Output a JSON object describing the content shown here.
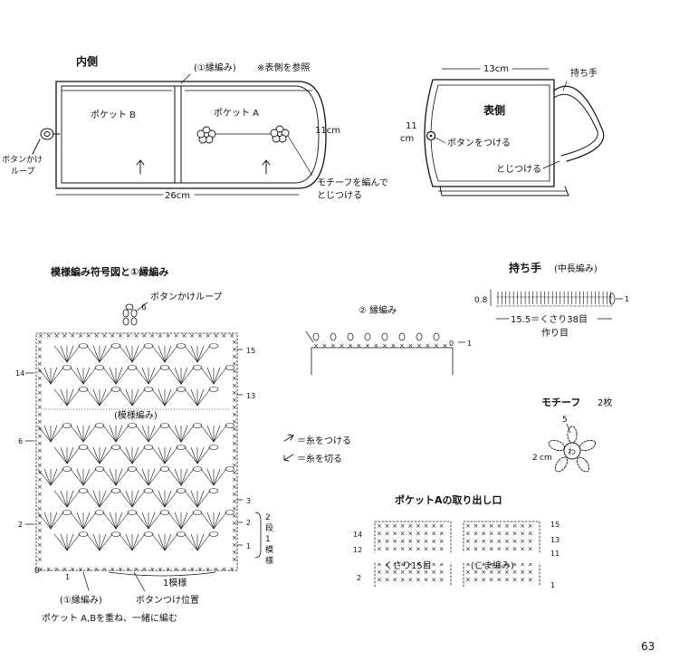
{
  "inner": {
    "title": "内側",
    "edge_note": "(①縁編み)",
    "ref_note": "※表側を参照",
    "pocket_b": "ポケット B",
    "pocket_a": "ポケット A",
    "loop_label": [
      "ボタンかけ",
      "ループ"
    ],
    "height": "11cm",
    "width": "26cm",
    "motif_note": [
      "モチーフを編んで",
      "とじつける"
    ]
  },
  "outer": {
    "width": "13cm",
    "height": [
      "11",
      "cm"
    ],
    "handle": "持ち手",
    "title": "表側",
    "button": "ボタンをつける",
    "sew": "とじつける"
  },
  "pattern": {
    "title": "模様編み符号図と①縁編み",
    "loop_label": "ボタンかけループ",
    "loop_count": "6",
    "center_label": "(模様編み)",
    "row_marks": [
      "15",
      "13",
      "3",
      "2",
      "1"
    ],
    "left_marks": [
      "14",
      "6",
      "2"
    ],
    "bracket_numbers": [
      "2",
      "段",
      "1",
      "模",
      "様"
    ],
    "pattern_repeat": "1模様",
    "button_pos": "ボタンつけ位置",
    "edge_label": "(①縁編み)",
    "note": "ポケット A,Bを重ね、一緒に編む",
    "corner": "0",
    "start": "1"
  },
  "edge2": {
    "title": "② 縁編み",
    "row": "1",
    "zero": "0"
  },
  "legend": {
    "attach": "＝糸をつける",
    "cut": "＝糸を切る"
  },
  "handle": {
    "title": "持ち手",
    "stitch": "(中長編み)",
    "width": "0.8",
    "length": "15.5＝くさり38目",
    "foundation": "作り目",
    "row": "1"
  },
  "motif": {
    "title": "モチーフ",
    "count": "2枚",
    "petals": "5",
    "size": [
      "2",
      "cm"
    ],
    "center": "わ"
  },
  "pocket_opening": {
    "title": "ポケットAの取り出し口",
    "left_rows": [
      "14",
      "12",
      "2"
    ],
    "right_rows": [
      "15",
      "13",
      "11",
      "1"
    ],
    "chain": "くさり15目",
    "stitch": "(こま編み)"
  },
  "page_number": "63"
}
